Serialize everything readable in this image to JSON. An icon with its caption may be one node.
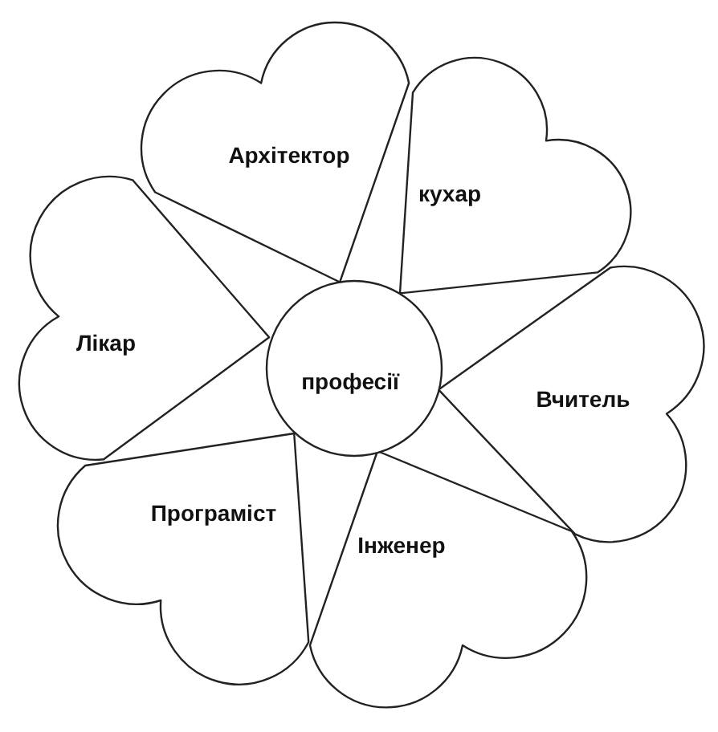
{
  "diagram": {
    "nodes": [
      {
        "text": [
          "Архітектор"
        ]
      },
      {
        "text": [
          "кухар"
        ]
      },
      {
        "text": [
          "Лікар"
        ]
      },
      {
        "text": [
          "професії"
        ]
      },
      {
        "text": [
          "Вчитель"
        ]
      },
      {
        "text": [
          "Програміст"
        ]
      },
      {
        "text": [
          "Інженер"
        ]
      }
    ]
  }
}
